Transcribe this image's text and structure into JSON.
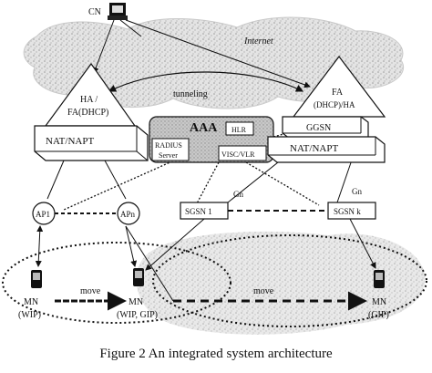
{
  "nodes": {
    "cn": "CN",
    "ha_line1": "HA /",
    "ha_line2": "FA(DHCP)",
    "nat_left": "NAT/NAPT",
    "aaa": "AAA",
    "radius_line1": "RADIUS",
    "radius_line2": "Server",
    "hlr": "HLR",
    "visitor": "VISC/VLR",
    "fa_line1": "FA",
    "fa_line2": "(DHCP)/HA",
    "ggsn": "GGSN",
    "nat_right": "NAT/NAPT",
    "ap1": "AP1",
    "apn": "APn",
    "sgsn1": "SGSN 1",
    "sgsnk": "SGSN k",
    "mn_left": "MN",
    "mn_left_sub": "(WIP)",
    "mn_mid": "MN",
    "mn_mid_sub": "(WIP, GIP)",
    "mn_right": "MN",
    "mn_right_sub": "(GIP)"
  },
  "labels": {
    "internet": "Internet",
    "tunneling": "tunneling",
    "gn_left": "Gn",
    "gn_right": "Gn",
    "move_left": "move",
    "move_right": "move"
  },
  "caption": "Figure 2  An integrated system architecture"
}
